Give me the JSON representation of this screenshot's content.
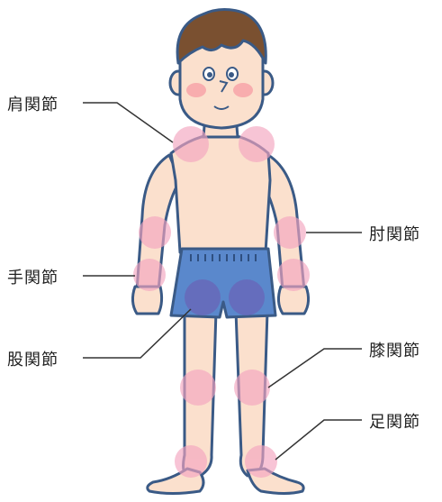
{
  "labels": {
    "shoulder": "肩関節",
    "elbow": "肘関節",
    "wrist": "手関節",
    "hip": "股関節",
    "knee": "膝関節",
    "ankle": "足関節"
  },
  "colors": {
    "skin": "#fbe0cd",
    "outline": "#3a5a86",
    "hair": "#7a5030",
    "shorts": "#5a88cc",
    "joint_highlight": "#f4a5c0",
    "hip_highlight": "#6a63b6",
    "cheek": "#f7a0a6",
    "leader_line": "#333333"
  }
}
